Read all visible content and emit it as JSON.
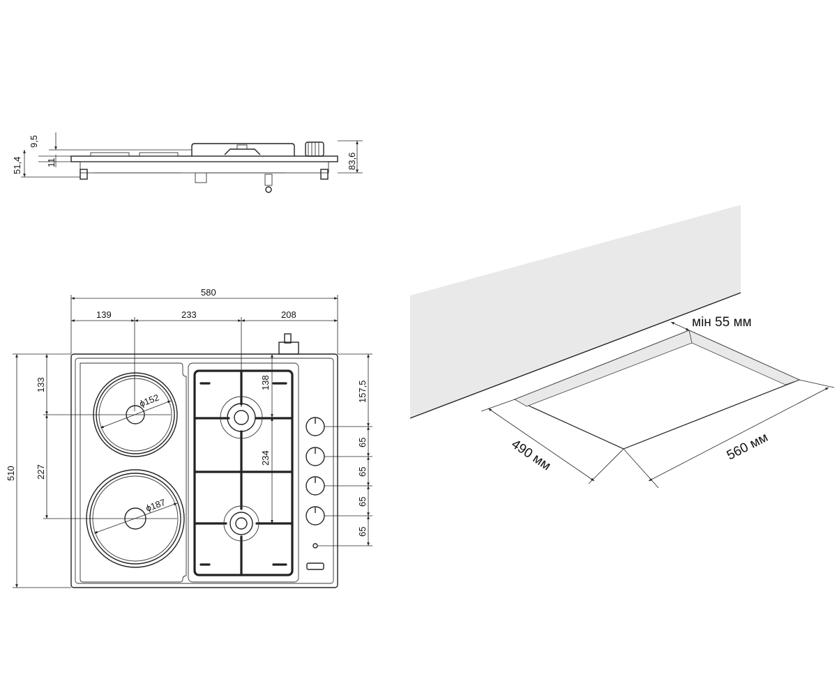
{
  "side_view": {
    "dims": {
      "a": "9,5",
      "b": "11",
      "c": "51,4",
      "d": "83,6"
    }
  },
  "top_view": {
    "width": "580",
    "w1": "139",
    "w2": "233",
    "w3": "208",
    "height": "510",
    "h1": "133",
    "h2": "227",
    "h3": "157,5",
    "h4": "138",
    "h5": "234",
    "knob_spacing": [
      "65",
      "65",
      "65",
      "65"
    ],
    "plate1": "ϕ152",
    "plate2": "ϕ187"
  },
  "installation": {
    "min_gap": "мін 55 мм",
    "depth": "490 мм",
    "width": "560 мм",
    "wall_color": "#e9e9e9"
  }
}
